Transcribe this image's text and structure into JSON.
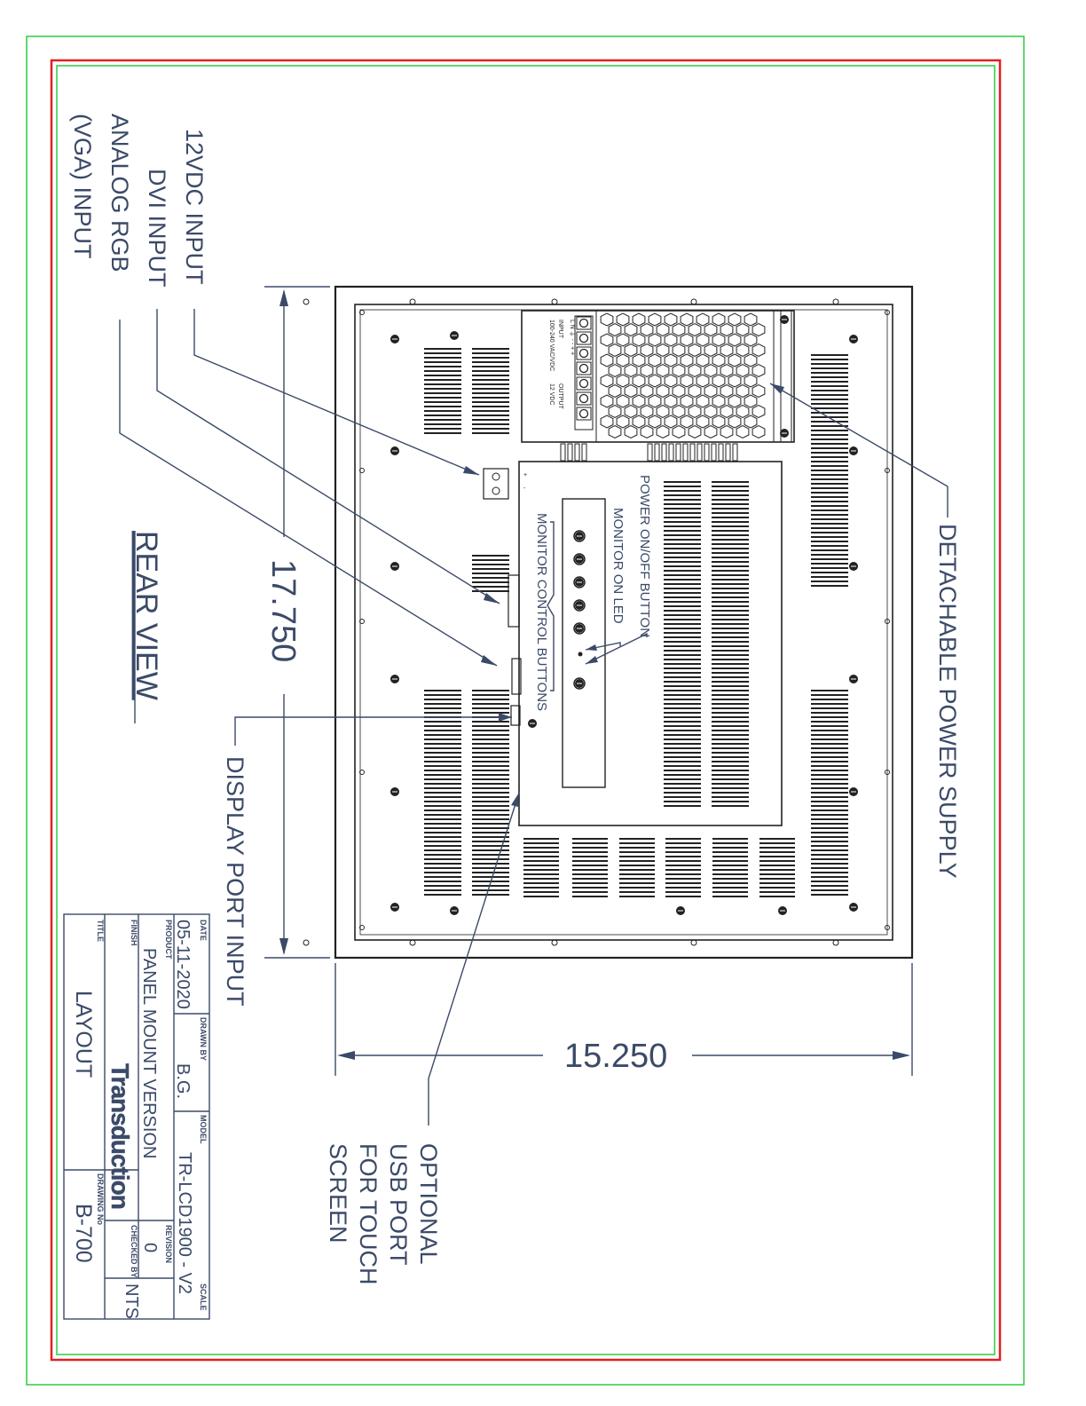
{
  "callouts": {
    "input_12vdc": "12VDC INPUT",
    "dvi_input": "DVI INPUT",
    "analog_rgb_line1": "ANALOG RGB",
    "analog_rgb_line2": "(VGA) INPUT",
    "detachable_power_supply": "DETACHABLE POWER SUPPLY",
    "power_onoff_button": "POWER ON/OFF BUTTON",
    "monitor_on_led": "MONITOR ON LED",
    "monitor_control_buttons": "MONITOR CONTROL BUTTONS",
    "display_port_input": "DISPLAY PORT INPUT",
    "usb_line1": "OPTIONAL",
    "usb_line2": "USB PORT",
    "usb_line3": "FOR TOUCH",
    "usb_line4": "SCREEN"
  },
  "dimensions": {
    "height": "17.750",
    "width": "15.250"
  },
  "view_title": "REAR VIEW",
  "power_supply_labels": {
    "input": "INPUT",
    "input_range": "100-240 VAC/VDC",
    "output": "OUTPUT",
    "output_voltage": "12 VDC",
    "terminals": "L  N  ⏚  -  -  +  +",
    "dc_plus": "+",
    "dc_minus": "-"
  },
  "title_block": {
    "date_label": "DATE",
    "date": "05-11-2020",
    "drawn_by_label": "DRAWN BY",
    "drawn_by": "B.G.",
    "model_label": "MODEL",
    "model": "TR-LCD1900 - V2",
    "product_label": "PRODUCT",
    "product": "PANEL MOUNT VERSION",
    "revision_label": "REVISION",
    "revision": "0",
    "finish_label": "FINISH",
    "company": "Transduction",
    "checked_by_label": "CHECKED BY",
    "scale_label": "SCALE",
    "scale": "NTS",
    "title_label": "TITLE",
    "title": "LAYOUT",
    "drawing_no_label": "DRAWING No",
    "drawing_no": "B-700"
  },
  "colors": {
    "outer_border": "#2ecc40",
    "red_border": "#e02020",
    "annotation": "#3b4a68",
    "linework": "#222222"
  }
}
